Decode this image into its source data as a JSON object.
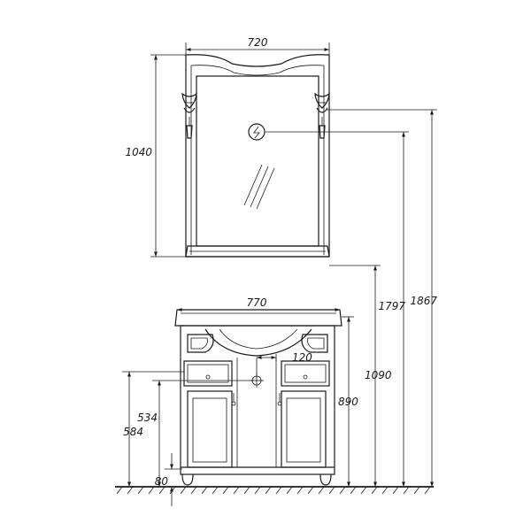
{
  "dimensions": {
    "mirror_width": "720",
    "mirror_height": "1040",
    "vanity_width": "770",
    "drain_offset": "120",
    "height_534": "534",
    "height_584": "584",
    "leg_height": "80",
    "vanity_height": "890",
    "total_1090": "1090",
    "total_1797": "1797",
    "total_1867": "1867"
  },
  "icons": {
    "mirror_light_symbol": "lightning-switch-icon"
  }
}
